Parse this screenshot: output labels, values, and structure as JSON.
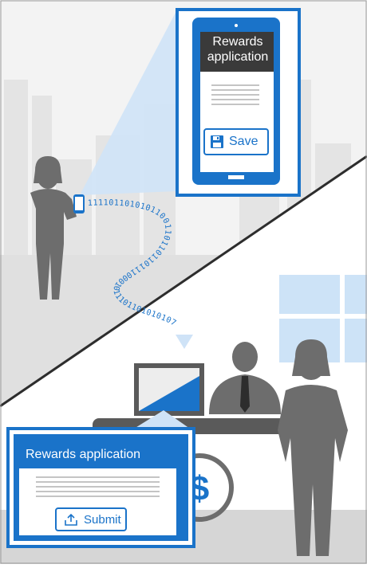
{
  "phone": {
    "title": "Rewards application",
    "save_label": "Save"
  },
  "desktop": {
    "title": "Rewards application",
    "submit_label": "Submit"
  },
  "binary_stream": "11110110101011001101101101110001011101101010107",
  "icons": {
    "save": "floppy-disk-icon",
    "submit": "upload-icon",
    "currency": "dollar-sign-icon"
  },
  "colors": {
    "accent": "#1a73c9",
    "dark_header": "#3a3a3a",
    "figure_gray": "#6d6d6d"
  }
}
